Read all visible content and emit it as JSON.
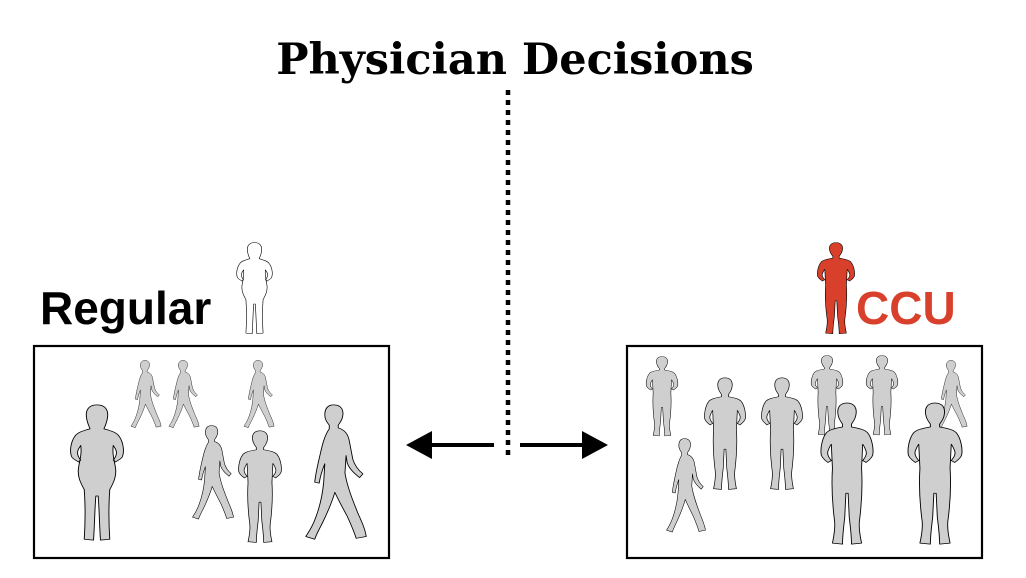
{
  "title": "Physician Decisions",
  "groups": {
    "regular": {
      "label": "Regular",
      "color": "#000000"
    },
    "ccu": {
      "label": "CCU",
      "color": "#d8402b"
    }
  },
  "icons": {
    "person": "person-icon",
    "person_walking": "person-walking-icon",
    "person_female": "person-female-icon",
    "arrow_left": "arrow-left-icon",
    "arrow_right": "arrow-right-icon"
  },
  "colors": {
    "crowd_fill": "#cfcfcf",
    "highlight": "#d8402b"
  }
}
